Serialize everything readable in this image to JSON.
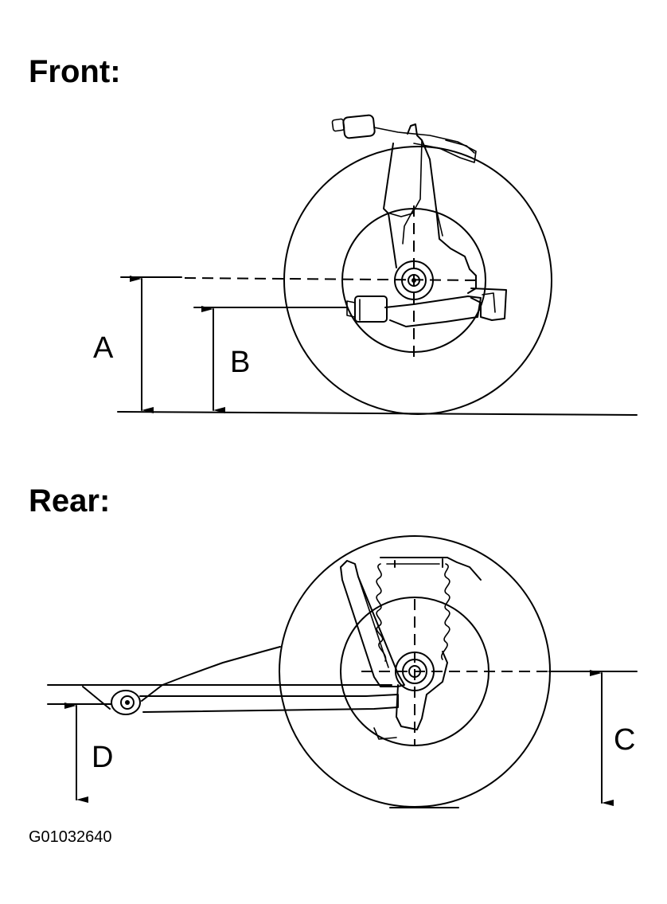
{
  "headings": {
    "front": "Front:",
    "rear": "Rear:"
  },
  "dimension_labels": {
    "a": "A",
    "b": "B",
    "c": "C",
    "d": "D"
  },
  "figure_id": "G01032640"
}
